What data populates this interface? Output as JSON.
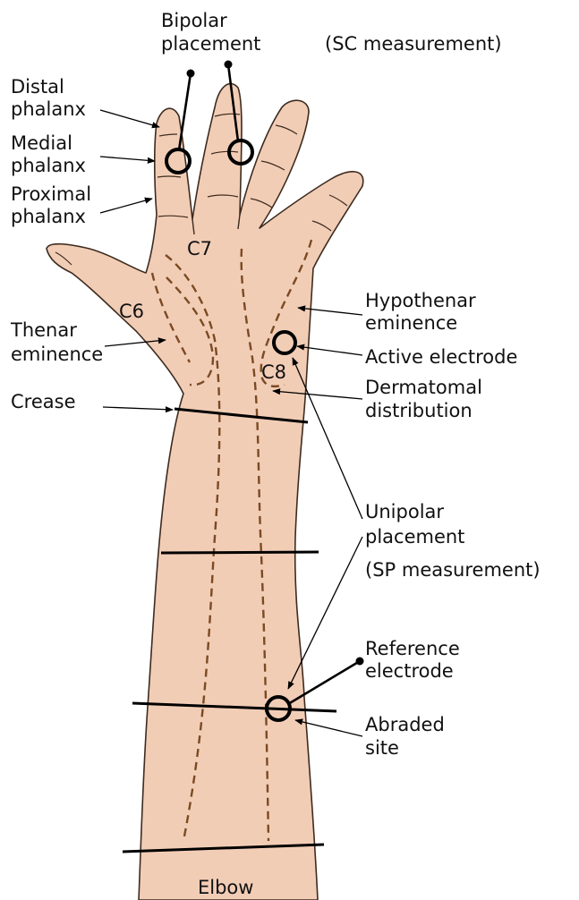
{
  "diagram": {
    "colors": {
      "skin": "#f2cdb6",
      "outline": "#3d2b1f",
      "dermatome": "#7a4a23",
      "line": "#000000",
      "text": "#111111"
    },
    "labels": {
      "bipolar_1": "Bipolar",
      "bipolar_2": "placement",
      "sc_measurement": "(SC measurement)",
      "distal_1": "Distal",
      "distal_2": "phalanx",
      "medial_1": "Medial",
      "medial_2": "phalanx",
      "proximal_1": "Proximal",
      "proximal_2": "phalanx",
      "c7": "C7",
      "c6": "C6",
      "c8": "C8",
      "hypothenar_1": "Hypothenar",
      "hypothenar_2": "eminence",
      "thenar_1": "Thenar",
      "thenar_2": "eminence",
      "active_electrode": "Active electrode",
      "dermatomal_1": "Dermatomal",
      "dermatomal_2": "distribution",
      "crease": "Crease",
      "unipolar_1": "Unipolar",
      "unipolar_2": "placement",
      "sp_measurement": "(SP measurement)",
      "reference_1": "Reference",
      "reference_2": "electrode",
      "abraded_1": "Abraded",
      "abraded_2": "site",
      "elbow": "Elbow"
    }
  }
}
